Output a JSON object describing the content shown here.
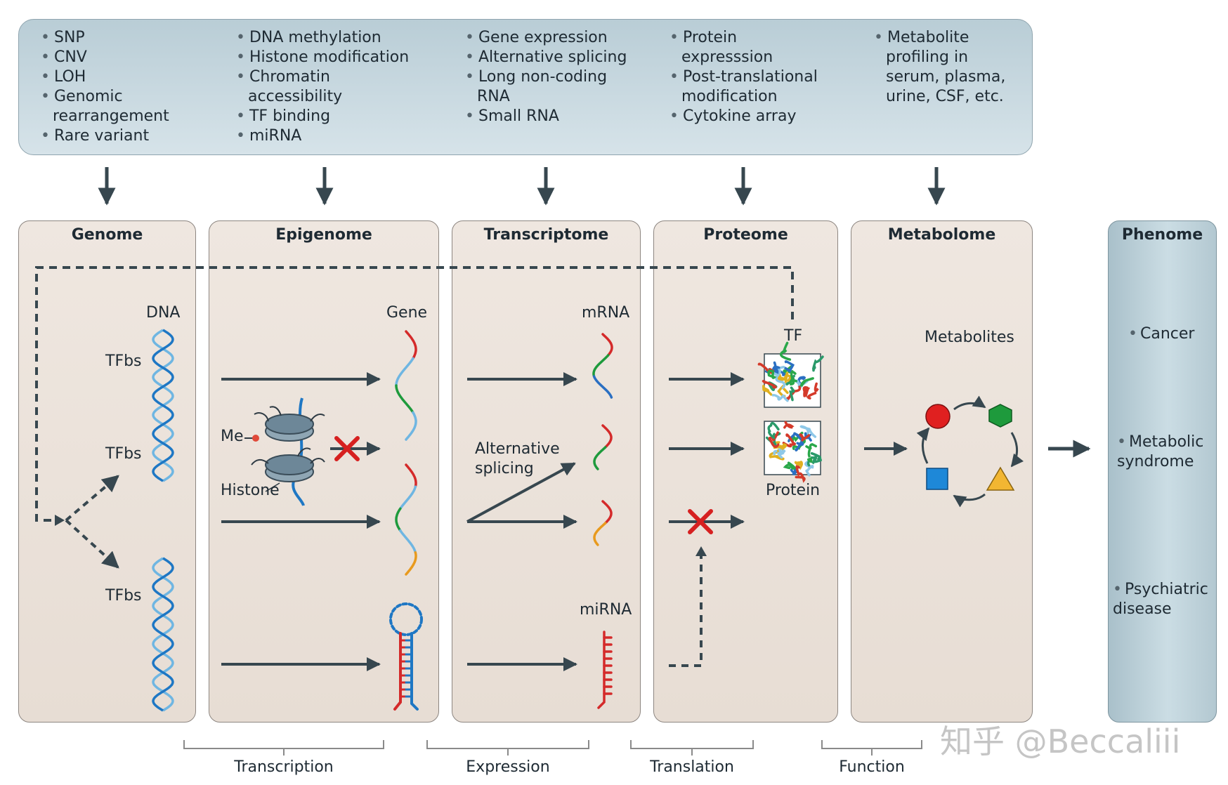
{
  "top_box": {
    "columns": [
      {
        "items": [
          "SNP",
          "CNV",
          "LOH",
          "Genomic\nrearrangement",
          "Rare variant"
        ]
      },
      {
        "items": [
          "DNA methylation",
          "Histone modification",
          "Chromatin\naccessibility",
          "TF binding",
          "miRNA"
        ]
      },
      {
        "items": [
          "Gene expression",
          "Alternative splicing",
          "Long non-coding\nRNA",
          "Small RNA"
        ]
      },
      {
        "items": [
          "Protein\nexpresssion",
          "Post-translational\nmodification",
          "Cytokine array"
        ]
      },
      {
        "items": [
          "Metabolite\nprofiling in\nserum, plasma,\nurine, CSF, etc."
        ]
      }
    ]
  },
  "panels": {
    "genome": "Genome",
    "epigenome": "Epigenome",
    "transcriptome": "Transcriptome",
    "proteome": "Proteome",
    "metabolome": "Metabolome",
    "phenome": "Phenome"
  },
  "labels": {
    "dna": "DNA",
    "tfbs": "TFbs",
    "gene": "Gene",
    "me": "Me",
    "histone": "Histone",
    "mrna": "mRNA",
    "alt_splicing": "Alternative\nsplicing",
    "mirna": "miRNA",
    "tf": "TF",
    "protein": "Protein",
    "metabolites": "Metabolites"
  },
  "phenome_items": [
    "Cancer",
    "Metabolic\nsyndrome",
    "Psychiatric\ndisease"
  ],
  "bottom_labels": {
    "transcription": "Transcription",
    "expression": "Expression",
    "translation": "Translation",
    "function": "Function"
  },
  "watermark": "知乎 @Beccaliii",
  "colors": {
    "arrow": "#37474f",
    "red_cross": "#d62020",
    "dna_blue": "#1e77c4",
    "dna_light": "#6fb6e2",
    "rna_red": "#d42a2a",
    "rna_green": "#1e9a3c",
    "rna_blue": "#2a6fc2",
    "rna_orange": "#e89a1e"
  }
}
